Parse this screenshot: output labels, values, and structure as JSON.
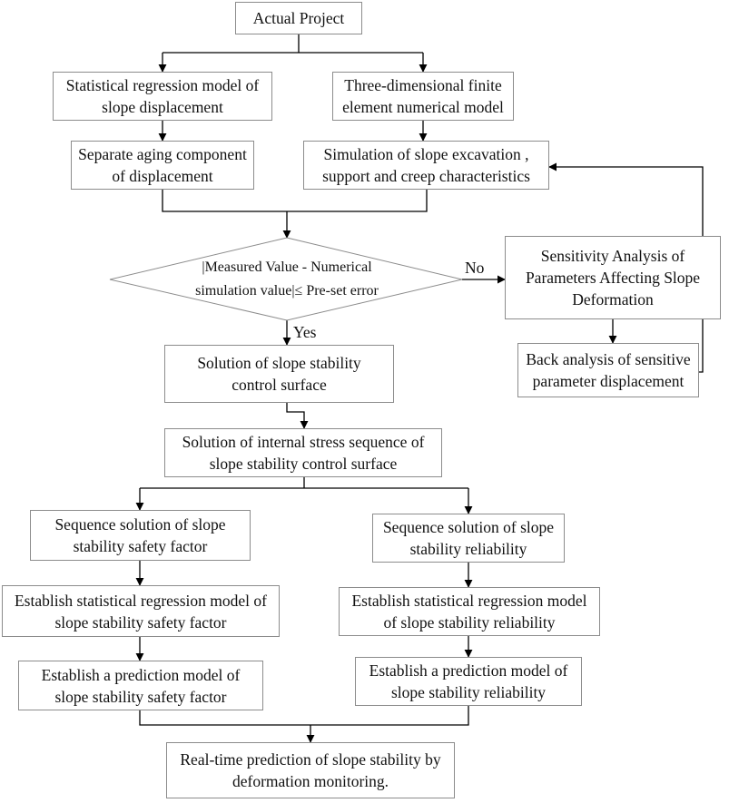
{
  "nodes": {
    "actual_project": "Actual Project",
    "stat_regression_displacement": [
      "Statistical regression model of",
      "slope displacement"
    ],
    "fem_3d_model": [
      "Three-dimensional finite",
      "element numerical model"
    ],
    "separate_aging": [
      "Separate aging component",
      "of displacement"
    ],
    "simulation_excavation": [
      "Simulation of slope excavation ,",
      "support and creep characteristics"
    ],
    "decision": [
      "|Measured Value - Numerical",
      "simulation value|≤  Pre-set error"
    ],
    "sensitivity_analysis": [
      "Sensitivity Analysis of",
      "Parameters Affecting Slope",
      "Deformation"
    ],
    "back_analysis": [
      "Back analysis of sensitive",
      "parameter displacement"
    ],
    "stability_control_surface": [
      "Solution of slope stability",
      "control surface"
    ],
    "internal_stress_sequence": [
      "Solution of internal stress sequence of",
      "slope stability control surface"
    ],
    "seq_safety_factor": [
      "Sequence solution of slope",
      "stability safety factor"
    ],
    "seq_reliability": [
      "Sequence solution of slope",
      "stability reliability"
    ],
    "regression_safety_factor": [
      "Establish statistical regression model of",
      "slope stability safety factor"
    ],
    "regression_reliability": [
      "Establish statistical regression model",
      "of slope stability reliability"
    ],
    "prediction_safety_factor": [
      "Establish a prediction model of",
      "slope stability safety factor"
    ],
    "prediction_reliability": [
      "Establish a prediction model of",
      "slope stability reliability"
    ],
    "realtime_prediction": [
      "Real-time prediction of slope stability by",
      "deformation monitoring."
    ]
  },
  "edge_labels": {
    "no": "No",
    "yes": "Yes"
  },
  "colors": {
    "line": "#000000",
    "box_border": "#8c8c8c",
    "text": "#111111"
  }
}
